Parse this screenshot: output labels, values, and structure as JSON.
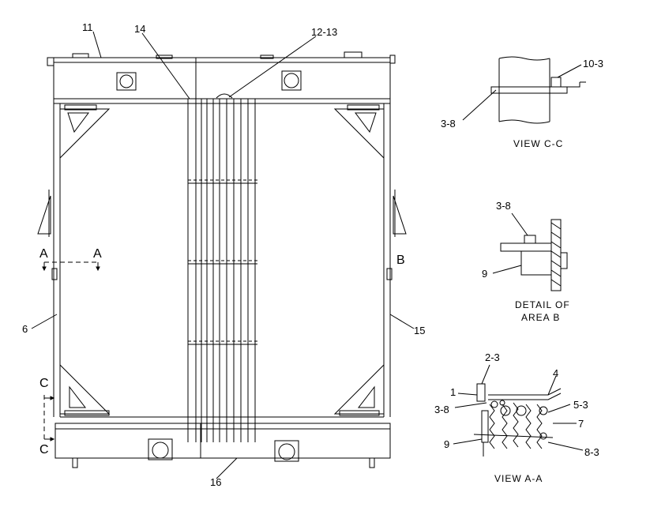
{
  "callouts": {
    "c11": "11",
    "c14": "14",
    "c12_13": "12-13",
    "c10_3": "10-3",
    "c3_8_top": "3-8",
    "c3_8_mid": "3-8",
    "c9_mid": "9",
    "c6": "6",
    "c15": "15",
    "c16": "16",
    "c2_3": "2-3",
    "c4": "4",
    "c1": "1",
    "c3_8_low": "3-8",
    "c5_3": "5-3",
    "c7": "7",
    "c9_low": "9",
    "c8_3": "8-3"
  },
  "section_marks": {
    "a_left": "A",
    "a_right": "A",
    "b": "B",
    "c_top": "C",
    "c_bottom": "C"
  },
  "captions": {
    "view_cc": "VIEW C-C",
    "detail_b_line1": "DETAIL OF",
    "detail_b_line2": "AREA B",
    "view_aa": "VIEW A-A"
  }
}
